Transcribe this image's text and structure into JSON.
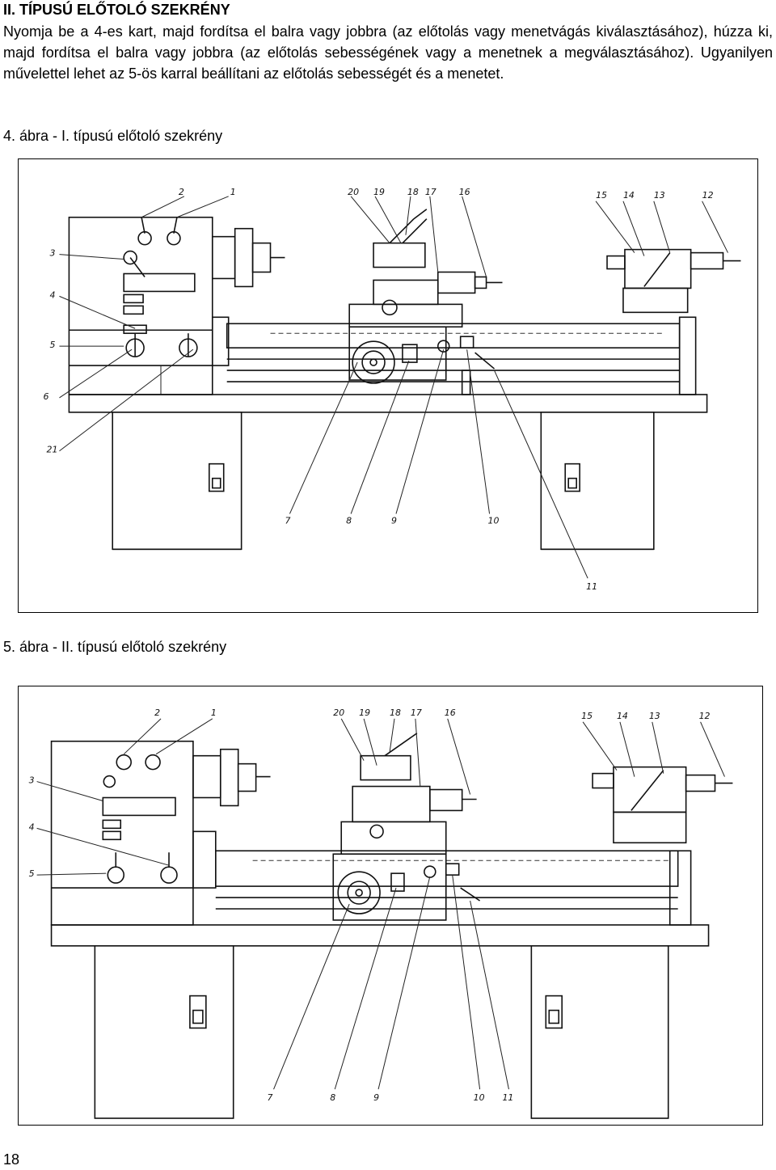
{
  "heading": "II. TÍPUSÚ ELŐTOLÓ SZEKRÉNY",
  "paragraph": "Nyomja be a 4-es kart, majd fordítsa el balra vagy jobbra (az előtolás vagy menetvágás kiválasztásához), húzza ki, majd fordítsa el balra vagy jobbra (az előtolás sebességének vagy a menetnek a megválasztásához). Ugyanilyen művelettel lehet az 5-ös karral beállítani az előtolás sebességét és a menetet.",
  "figure1": {
    "caption": "4. ábra - I. típusú előtoló szekrény",
    "callouts": [
      "1",
      "2",
      "3",
      "4",
      "5",
      "6",
      "7",
      "8",
      "9",
      "10",
      "11",
      "12",
      "13",
      "14",
      "15",
      "16",
      "17",
      "18",
      "19",
      "20",
      "21"
    ]
  },
  "figure2": {
    "caption": "5. ábra - II. típusú előtoló szekrény",
    "callouts": [
      "1",
      "2",
      "3",
      "4",
      "5",
      "7",
      "8",
      "9",
      "10",
      "11",
      "12",
      "13",
      "14",
      "15",
      "16",
      "17",
      "18",
      "19",
      "20"
    ]
  },
  "page_number": "18"
}
